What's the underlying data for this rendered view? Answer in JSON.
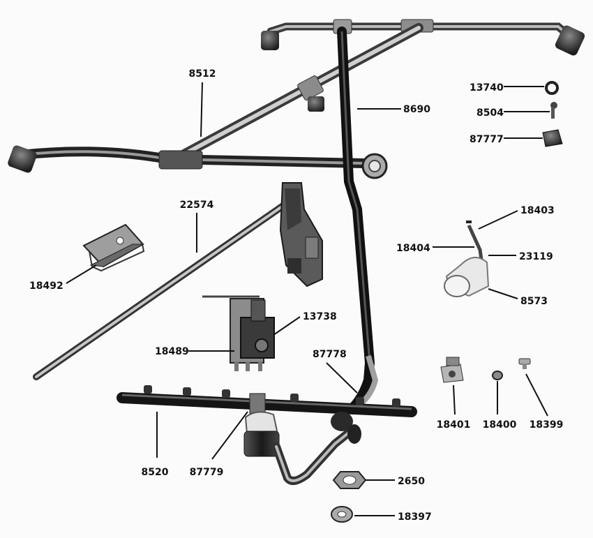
{
  "labels": {
    "p8512": "8512",
    "p8690": "8690",
    "p13740": "13740",
    "p8504": "8504",
    "p87777": "87777",
    "p22574": "22574",
    "p18403": "18403",
    "p18404": "18404",
    "p23119": "23119",
    "p18492": "18492",
    "p8573": "8573",
    "p13738": "13738",
    "p18489": "18489",
    "p87778": "87778",
    "p18401": "18401",
    "p18400": "18400",
    "p18399": "18399",
    "p8520": "8520",
    "p87779": "87779",
    "p2650": "2650",
    "p18397": "18397"
  },
  "colors": {
    "metal_dark": "#2b2b2b",
    "metal_mid": "#6f6f6f",
    "metal_light": "#b8b8b8",
    "plastic": "#e2e2e2",
    "leader": "#111111"
  }
}
